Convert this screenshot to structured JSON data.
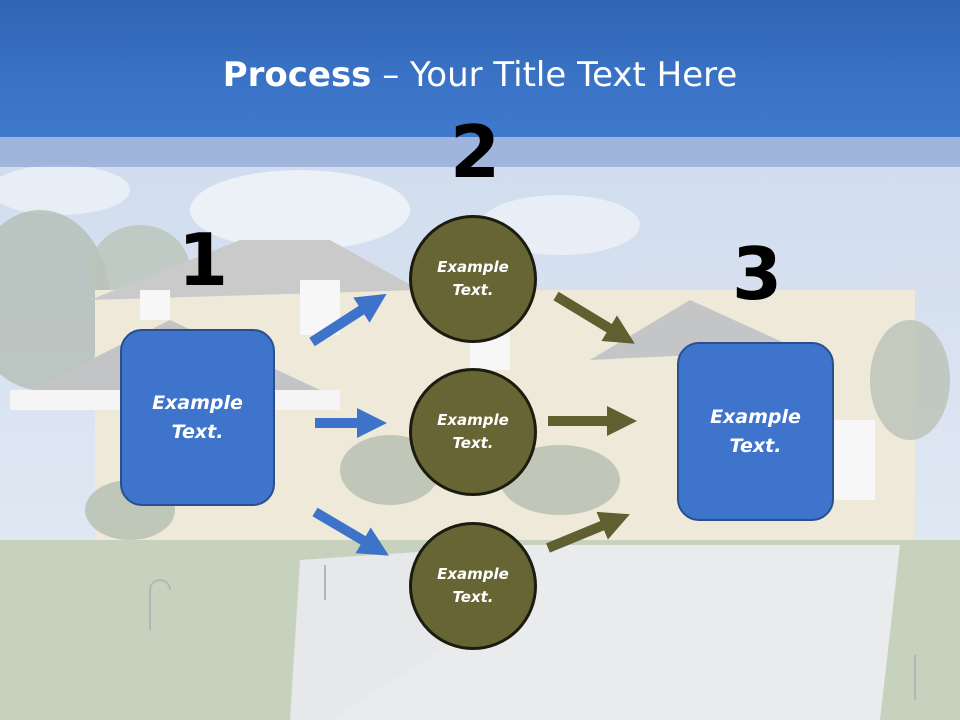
{
  "title": {
    "bold": "Process",
    "rest": " – Your Title Text Here"
  },
  "numbers": {
    "one": "1",
    "two": "2",
    "three": "3"
  },
  "left_box": {
    "text": "Example Text."
  },
  "circles": [
    {
      "text": "Example Text."
    },
    {
      "text": "Example Text."
    },
    {
      "text": "Example Text."
    }
  ],
  "right_box": {
    "text": "Example Text."
  },
  "colors": {
    "header": "#3a73c6",
    "box": "#3e74cc",
    "circle": "#676534",
    "blue_arrow": "#3d73c9",
    "olive_arrow": "#5f5f30"
  }
}
